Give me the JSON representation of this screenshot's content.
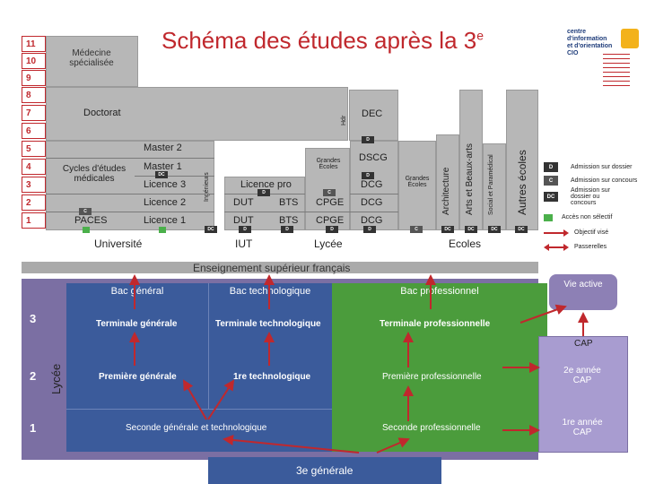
{
  "title": {
    "main": "Schéma des études après la 3",
    "sup": "e"
  },
  "logo": {
    "lines": [
      "centre d'information",
      "et d'orientation",
      "CIO"
    ]
  },
  "levels_top": [
    "11",
    "10",
    "9",
    "8",
    "7",
    "6",
    "5",
    "4",
    "3",
    "2",
    "1"
  ],
  "top": {
    "medecine": "Médecine spécialisée",
    "doctorat": "Doctorat",
    "hdr": "Hdr",
    "dec": "DEC",
    "master2": "Master 2",
    "master1": "Master 1",
    "licence3": "Licence 3",
    "licence2": "Licence 2",
    "licence1": "Licence 1",
    "cycles": "Cycles d'études médicales",
    "paces": "PACES",
    "ingenieurs": "Ingénieurs",
    "licence_pro": "Licence pro",
    "dut1": "DUT",
    "dut2": "DUT",
    "bts1": "BTS",
    "bts2": "BTS",
    "grandes_ecoles_1": "Grandes Écoles",
    "dscg": "DSCG",
    "dcg1": "DCG",
    "dcg2": "DCG",
    "cpge1": "CPGE",
    "cpge2": "CPGE",
    "grandes_ecoles_2": "Grandes Écoles",
    "architecture": "Architecture",
    "arts": "Arts et Beaux-arts",
    "social": "Social et Paramédical",
    "autres": "Autres écoles",
    "universite": "Université",
    "iut": "IUT",
    "lycee_label": "Lycée",
    "ecoles": "Ecoles"
  },
  "tags": {
    "d": "D",
    "c": "C",
    "dc": "DC"
  },
  "legend": [
    {
      "tag": "D",
      "text": "Admission sur dossier"
    },
    {
      "tag": "C",
      "text": "Admission sur concours"
    },
    {
      "tag": "DC",
      "text": "Admission sur dossier ou concours"
    },
    {
      "tag": "",
      "text": "Accès non sélectif"
    },
    {
      "tag": "",
      "text": "Objectif visé"
    },
    {
      "tag": "",
      "text": "Passerelles"
    }
  ],
  "section_header": "Enseignement supérieur français",
  "bottom": {
    "bac_general": "Bac général",
    "bac_techno": "Bac technologique",
    "bac_pro": "Bac professionnel",
    "vie_active": "Vie active",
    "cap": "CAP",
    "lycee": "Lycée",
    "levels": [
      "3",
      "2",
      "1"
    ],
    "terminale_generale": "Terminale générale",
    "terminale_techno": "Terminale technologique",
    "terminale_pro": "Terminale professionnelle",
    "premiere_generale": "Première générale",
    "premiere_techno": "1re technologique",
    "premiere_pro": "Première professionnelle",
    "deuxieme_cap": "2e année CAP",
    "seconde_gt": "Seconde générale et technologique",
    "seconde_pro": "Seconde professionnelle",
    "premiere_cap": "1re année CAP",
    "troisieme": "3e générale"
  },
  "colors": {
    "red": "#c0282d",
    "grey": "#b7b7b7",
    "blue": "#3b5b9b",
    "green": "#4b9c3c",
    "purple": "#8d80b5",
    "dark": "#333333"
  }
}
